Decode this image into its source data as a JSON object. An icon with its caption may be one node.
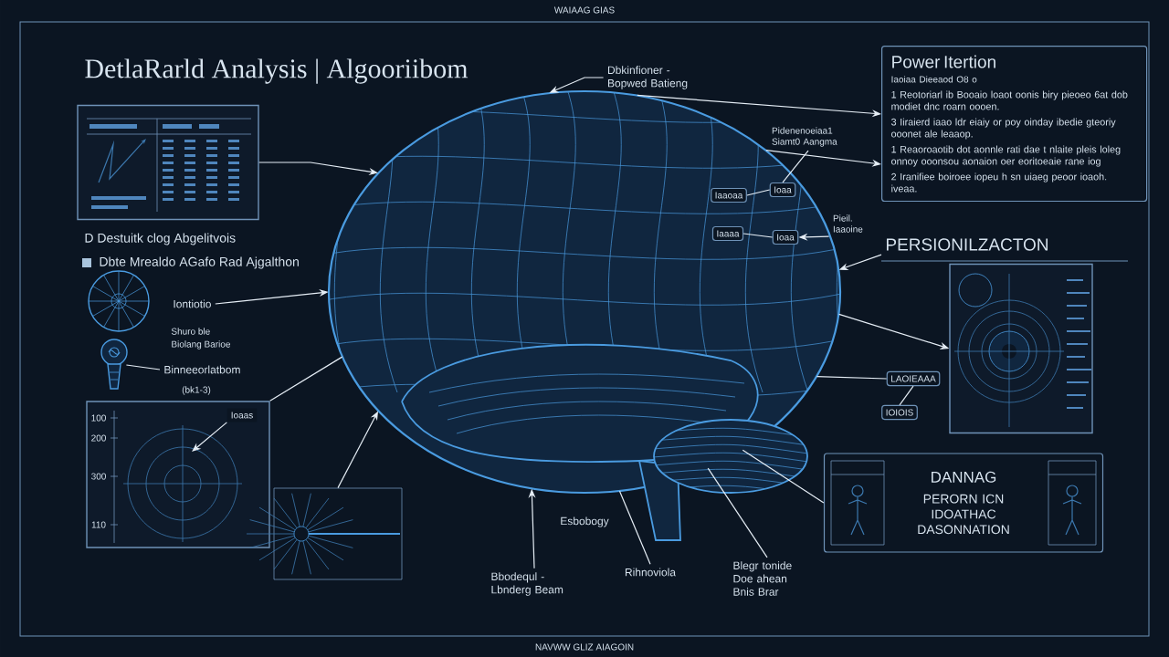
{
  "diagram": {
    "title": "DetlaRarld Analysis | Algooriibom",
    "nodes": [
      {
        "text": [],
        "shape": "picture"
      },
      {
        "text": [],
        "shape": "box"
      },
      {
        "text": [
          "Iontiotio"
        ]
      },
      {
        "text": [
          "Binneeorlatbom"
        ]
      },
      {
        "text": [],
        "shape": "box"
      },
      {
        "text": [
          "Ioaas"
        ],
        "in": 4
      },
      {
        "text": [
          "Dbkinfioner - Bopwed Batieng"
        ]
      },
      {
        "text": [
          "Pidenenoeiaa1 Siamt0 Aangma"
        ]
      },
      {
        "text": [
          "Iaaoaa"
        ],
        "in": 0
      },
      {
        "text": [
          "Ioaa"
        ],
        "in": 0
      },
      {
        "text": [
          "Iaaaa"
        ],
        "in": 0
      },
      {
        "text": [
          "Ioaa"
        ],
        "in": 0
      },
      {
        "text": [
          "Pieil. Iaaoine"
        ]
      },
      {
        "text": [
          "Power Itertion",
          "Iaoiaa Dieeaod O8 o",
          "1 Reotoriarl ib Booaio loaot oonis biry pieoeo 6at dob modiet dnc roarn oooen.",
          "3 Iiraierd iaao ldr eiaiy or poy oinday ibedie gteoriy ooonet ale leaaop.",
          "1 Reaoroaotib dot aonnle rati dae t nlaite pleis loleg onnoy ooonsou aonaion oer eoritoeaie rane iog",
          "2 Iranifiee boiroee iopeu h sn uiaeg peoor ioaoh. iveaa."
        ]
      },
      {
        "text": [
          "PERSIONILZACTON"
        ]
      },
      {
        "text": [],
        "shape": "box"
      },
      {
        "text": [
          "LAOIEAAA"
        ]
      },
      {
        "text": [
          "IOIOIS"
        ]
      },
      {
        "text": [
          "DANNAG",
          "PERORN ICN IDOATHAC DASONNATION"
        ]
      },
      {
        "text": [
          "Bbodequl - Lbnderg Beam"
        ]
      },
      {
        "text": [
          "Rihnoviola"
        ]
      },
      {
        "text": [
          "Blegr tonide Doe ahean Bnis Brar"
        ]
      },
      {
        "text": [],
        "shape": "picture"
      },
      {
        "text": [],
        "shape": "picture"
      },
      {
        "text": [],
        "shape": "picture"
      }
    ],
    "edges": [
      {
        "from": 1,
        "to": 0,
        "arrow": "to"
      },
      {
        "from": 2,
        "to": 0,
        "arrow": "to"
      },
      {
        "from": 4,
        "to": 0,
        "arrow": "none"
      },
      {
        "from": 6,
        "to": 0,
        "arrow": "to"
      },
      {
        "from": 7,
        "to": 9,
        "arrow": "none"
      },
      {
        "from": 8,
        "to": 9,
        "arrow": "none"
      },
      {
        "from": 10,
        "to": 11,
        "arrow": "none"
      },
      {
        "from": 12,
        "to": 11,
        "arrow": "to"
      },
      {
        "from": 0,
        "to": 13,
        "arrow": "to"
      },
      {
        "from": 0,
        "to": 13,
        "arrow": "to"
      },
      {
        "from": 14,
        "to": 0,
        "arrow": "to"
      },
      {
        "from": 0,
        "to": 15,
        "arrow": "to"
      },
      {
        "from": 0,
        "to": 16,
        "arrow": "none"
      },
      {
        "from": 16,
        "to": 17,
        "arrow": "none"
      },
      {
        "from": 0,
        "to": 18,
        "arrow": "none"
      },
      {
        "from": 19,
        "to": 0,
        "arrow": "to"
      },
      {
        "from": 20,
        "to": 0,
        "arrow": "none"
      },
      {
        "from": 21,
        "to": 0,
        "arrow": "none"
      },
      {
        "from": 22,
        "to": 0,
        "arrow": "to"
      },
      {
        "from": 23,
        "to": 3,
        "arrow": "none"
      },
      {
        "from": 5,
        "to": null,
        "arrow": "to"
      }
    ],
    "labels": [
      "WAIAAG GIAS",
      "D Destuitk clog Abgelitvois",
      "Shuro ble",
      "Biolang Barioe",
      "(bk1-3)",
      "100",
      "200",
      "300",
      "110",
      "Esbobogy",
      "NAVWW GLIZ AIAGOIN"
    ],
    "legend": [
      {
        "text": "Dbte Mrealdo AGafo Rad Ajgalthon",
        "color": "#a9c4dd"
      }
    ]
  }
}
